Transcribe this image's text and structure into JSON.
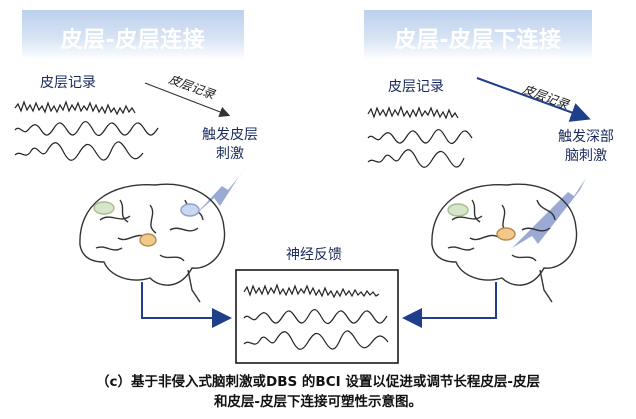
{
  "panels": {
    "left_title": "皮层-皮层连接",
    "right_title": "皮层-皮层下连接"
  },
  "left": {
    "record_label": "皮层记录",
    "arrow_label": "皮层记录",
    "stim_label_line1": "触发皮层",
    "stim_label_line2": "刺激"
  },
  "right": {
    "record_label": "皮层记录",
    "arrow_label": "皮层记录",
    "stim_label_line1": "触发深部",
    "stim_label_line2": "脑刺激"
  },
  "center": {
    "feedback_label": "神经反馈"
  },
  "caption": {
    "line1": "（c）基于非侵入式脑刺激或DBS 的BCI 设置以促进或调节长程皮层-皮层",
    "line2": "和皮层-皮层下连接可塑性示意图。"
  },
  "colors": {
    "title_band": "#bcd0ec",
    "arrow_blue": "#1f3f8a",
    "stim_arrow": "#8fa1cf",
    "signal": "#222222"
  }
}
